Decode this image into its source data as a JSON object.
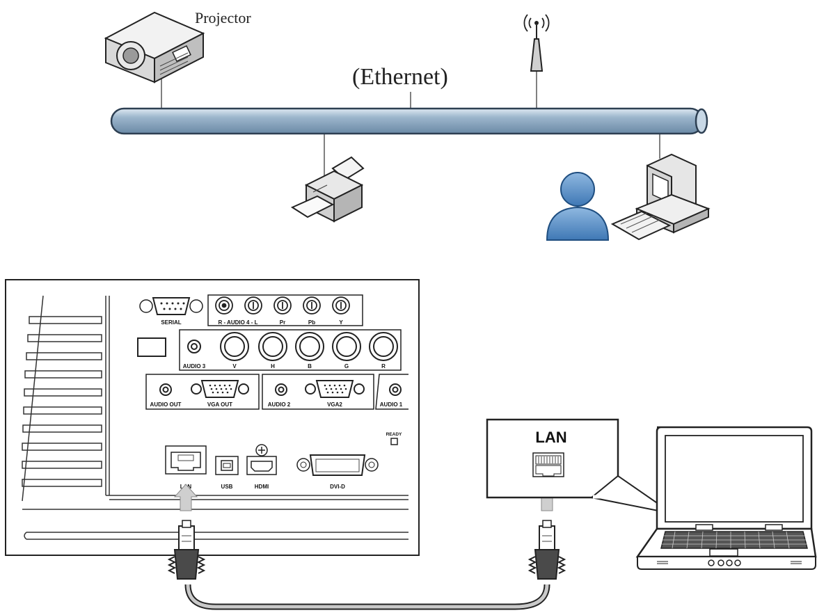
{
  "network": {
    "projector_label": "Projector",
    "ethernet_label": "(Ethernet)"
  },
  "panel": {
    "ports_top": [
      "SERIAL",
      "R - AUDIO 4 - L",
      "Pr",
      "Pb",
      "Y"
    ],
    "ports_row2": [
      "AUDIO 3",
      "V",
      "H",
      "B",
      "G",
      "R"
    ],
    "ports_row3": [
      "AUDIO OUT",
      "VGA OUT",
      "AUDIO 2",
      "VGA2",
      "AUDIO 1"
    ],
    "ready_label": "READY",
    "ports_bottom": [
      "LAN",
      "USB",
      "HDMI",
      "DVI-D"
    ]
  },
  "callout": {
    "lan_label": "LAN"
  }
}
